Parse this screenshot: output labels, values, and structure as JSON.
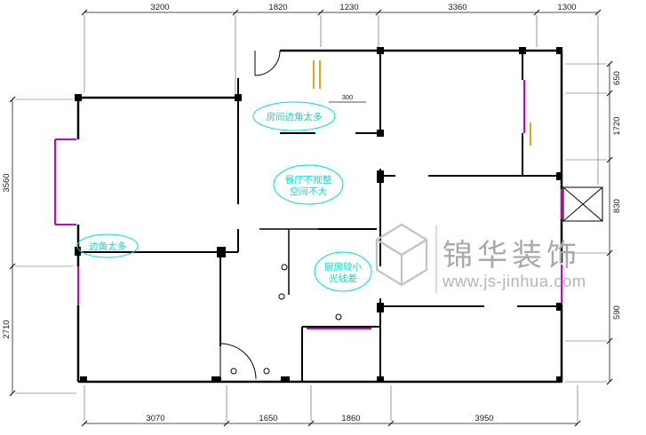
{
  "colors": {
    "wall": "#000000",
    "window_marker": "#cc00cc",
    "annotation_cyan": "#00d9d9",
    "dimension_text": "#1a1a1a",
    "watermark_gray": "#a9a9a9",
    "door_accent_orange": "#e8a21c",
    "background": "#ffffff"
  },
  "dimensions": {
    "top": [
      "3200",
      "1820",
      "1230",
      "3360",
      "1300"
    ],
    "bottom": [
      "3070",
      "1650",
      "1860",
      "3950"
    ],
    "left": [
      "3560",
      "2710"
    ],
    "right": [
      "650",
      "1720",
      "830",
      "590"
    ],
    "inner": [
      "300"
    ]
  },
  "annotations": [
    {
      "lines": [
        "房间边角太多"
      ]
    },
    {
      "lines": [
        "餐厅不规整",
        "空间不大"
      ]
    },
    {
      "lines": [
        "边角太多"
      ]
    },
    {
      "lines": [
        "厨房较小",
        "光线差"
      ]
    }
  ],
  "watermark": {
    "brand": "锦华装饰",
    "url": "www.js-jinhua.com"
  }
}
